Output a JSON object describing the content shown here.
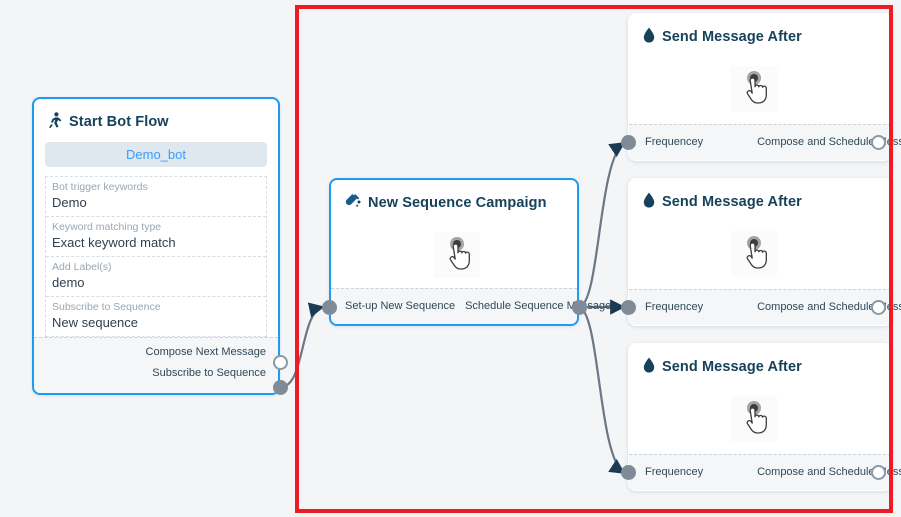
{
  "canvas": {
    "background_color": "#f4f5f7",
    "selection_rect_color": "#ed1c24"
  },
  "nodes": {
    "start": {
      "title": "Start Bot Flow",
      "icon": "running-person-icon",
      "bot_name": "Demo_bot",
      "fields": [
        {
          "label": "Bot trigger keywords",
          "value": "Demo"
        },
        {
          "label": "Keyword matching type",
          "value": "Exact keyword match"
        },
        {
          "label": "Add Label(s)",
          "value": "demo"
        },
        {
          "label": "Subscribe to Sequence",
          "value": "New sequence"
        }
      ],
      "ports": [
        {
          "label": "Compose Next Message",
          "style": "hollow"
        },
        {
          "label": "Subscribe to Sequence",
          "style": "filled"
        }
      ]
    },
    "sequence": {
      "title": "New Sequence Campaign",
      "icon": "ink-bottle-icon",
      "body_icon": "hand-pointer-cursor-icon",
      "in_port_label": "Set-up New Sequence",
      "out_port_label": "Schedule Sequence Message"
    },
    "messages": [
      {
        "title": "Send Message After",
        "icon": "water-drop-icon",
        "body_icon": "hand-pointer-cursor-icon",
        "in_port_label": "Frequencey",
        "out_port_label": "Compose and Schedule Message"
      },
      {
        "title": "Send Message After",
        "icon": "water-drop-icon",
        "body_icon": "hand-pointer-cursor-icon",
        "in_port_label": "Frequencey",
        "out_port_label": "Compose and Schedule Message"
      },
      {
        "title": "Send Message After",
        "icon": "water-drop-icon",
        "body_icon": "hand-pointer-cursor-icon",
        "in_port_label": "Frequencey",
        "out_port_label": "Compose and Schedule Message"
      }
    ]
  },
  "colors": {
    "selected_border": "#1d9bf0",
    "title_text": "#16425b",
    "port_fill": "#7f8c98",
    "edge_stroke": "#6b7785",
    "arrow_fill": "#1b3a54",
    "bot_pill_bg": "#dfe7ef",
    "bot_pill_text": "#3a9bfd"
  }
}
